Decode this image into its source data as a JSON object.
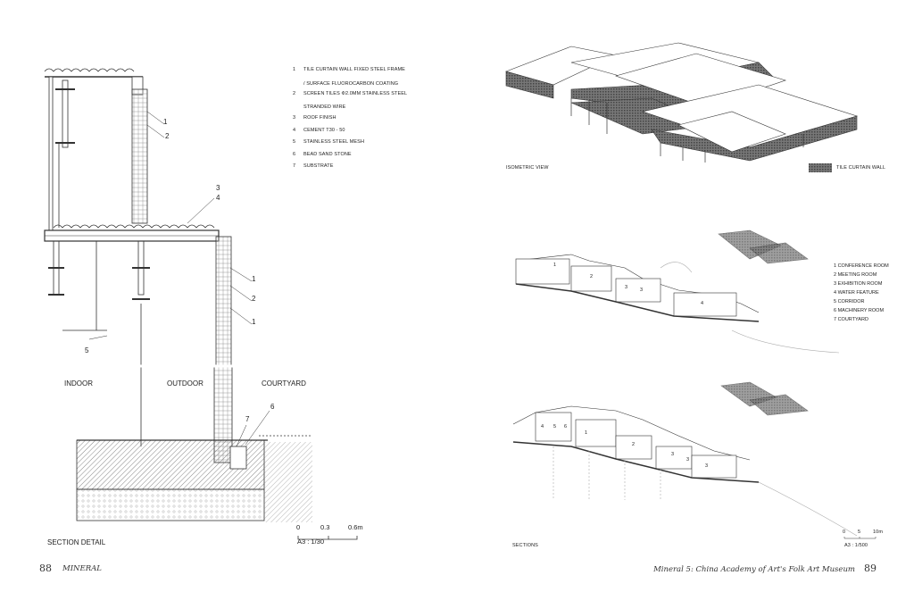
{
  "left_page": {
    "number": "88",
    "running_head": "MINERAL",
    "drawing_title": "SECTION DETAIL",
    "zones": [
      "INDOOR",
      "OUTDOOR",
      "COURTYARD"
    ],
    "callouts": [
      "1",
      "2",
      "3",
      "4",
      "1",
      "2",
      "1",
      "5",
      "7",
      "6"
    ],
    "legend": [
      {
        "n": "1",
        "text": "TILE CURTAIN WALL FIXED STEEL FRAME"
      },
      {
        "n": "",
        "text": "/ SURFACE FLUOROCARBON COATING"
      },
      {
        "n": "2",
        "text": "SCREEN TILES Φ2.0MM STAINLESS STEEL"
      },
      {
        "n": "",
        "text": "STRANDED WIRE"
      },
      {
        "n": "3",
        "text": "ROOF FINISH"
      },
      {
        "n": "4",
        "text": "CEMENT T30 - 50"
      },
      {
        "n": "5",
        "text": "STAINLESS STEEL MESH"
      },
      {
        "n": "6",
        "text": "BEAD SAND STONE"
      },
      {
        "n": "7",
        "text": "SUBSTRATE"
      }
    ],
    "scale_bar": {
      "ticks": [
        "0",
        "0.3",
        "0.6m"
      ],
      "scale": "A3 : 1/30"
    }
  },
  "right_page": {
    "number": "89",
    "running_head": "Mineral 5: China Academy of Art's Folk Art Museum",
    "isometric_caption": "ISOMETRIC VIEW",
    "material_legend": "TILE CURTAIN WALL",
    "sections_caption": "SECTIONS",
    "rooms": [
      "1  CONFERENCE ROOM",
      "2  MEETING ROOM",
      "3  EXHIBITION ROOM",
      "4  WATER FEATURE",
      "5  CORRIDOR",
      "6  MACHINERY ROOM",
      "7  COURTYARD"
    ],
    "section1_labels": [
      "1",
      "2",
      "3",
      "3",
      "4"
    ],
    "section2_labels": [
      "4",
      "5",
      "6",
      "1",
      "2",
      "3",
      "3",
      "3"
    ],
    "scale_bar": {
      "ticks": [
        "0",
        "5",
        "10m"
      ],
      "scale": "A3 : 1/500"
    }
  }
}
